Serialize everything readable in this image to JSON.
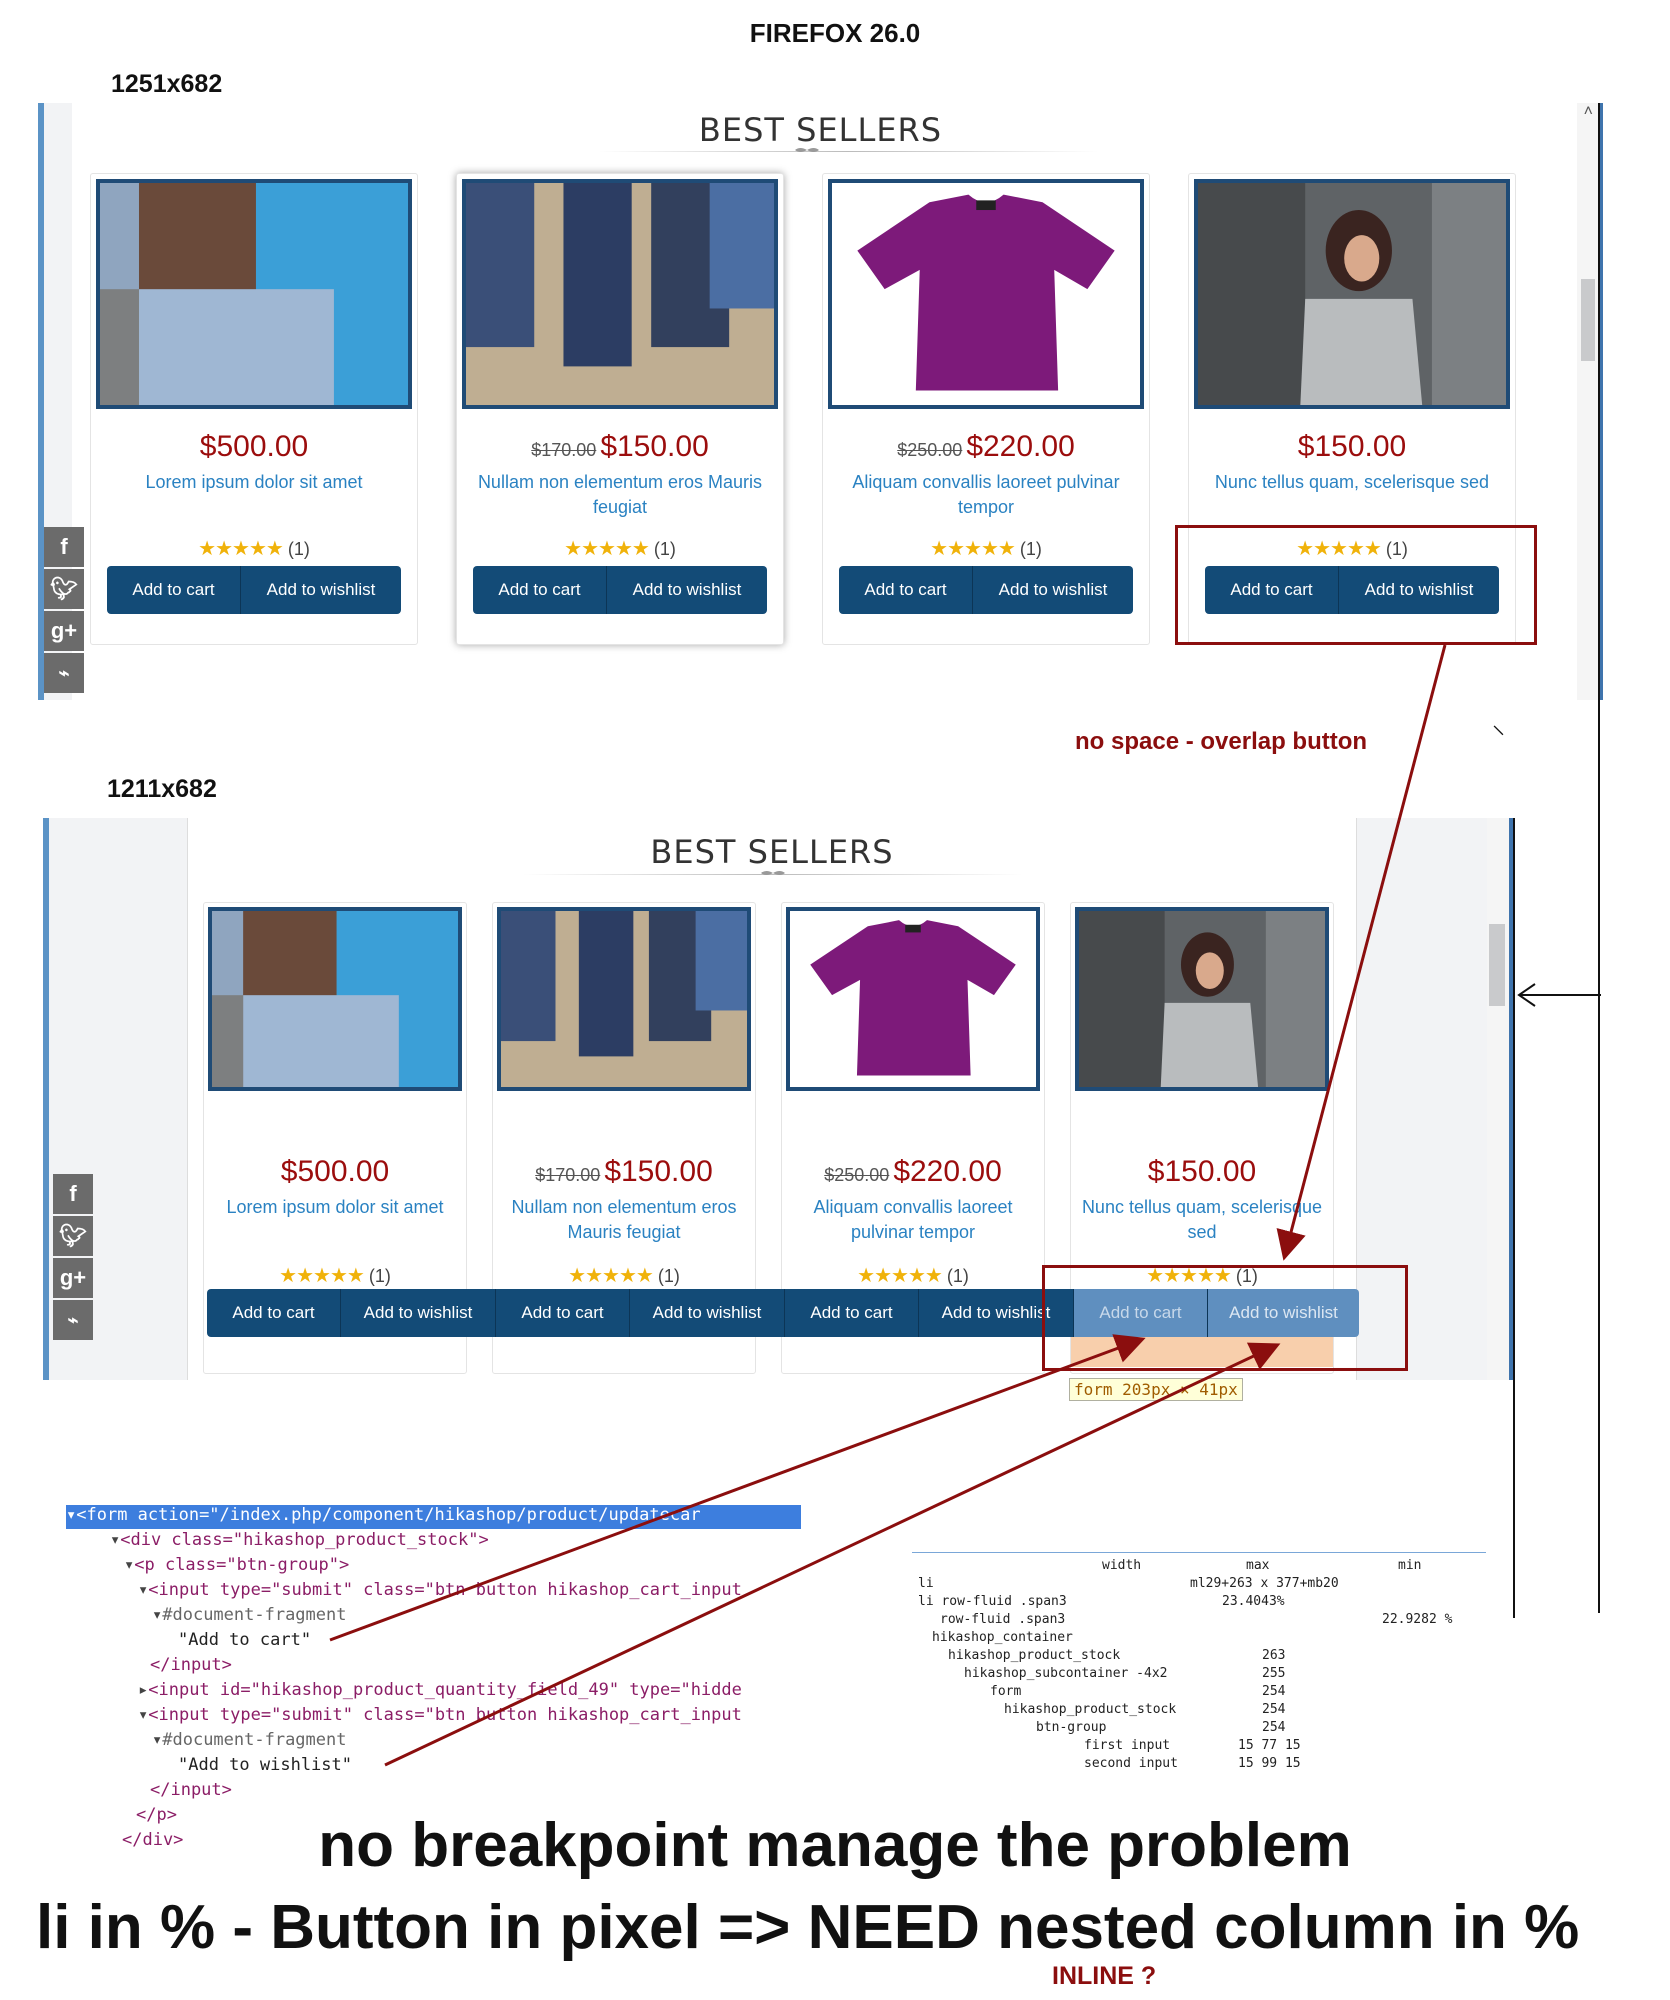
{
  "header": {
    "browser": "FIREFOX 26.0"
  },
  "section": {
    "title": "BEST SELLERS",
    "social": [
      "f",
      "t",
      "g+",
      "rss"
    ]
  },
  "viewports": [
    {
      "size_label": "1251x682"
    },
    {
      "size_label": "1211x682"
    }
  ],
  "products": [
    {
      "price": "$500.00",
      "old_price": "",
      "name": "Lorem ipsum dolor sit amet",
      "rating": "(1)"
    },
    {
      "price": "$150.00",
      "old_price": "$170.00",
      "name": "Nullam non elementum eros Mauris feugiat",
      "rating": "(1)"
    },
    {
      "price": "$220.00",
      "old_price": "$250.00",
      "name": "Aliquam convallis laoreet pulvinar tempor",
      "rating": "(1)"
    },
    {
      "price": "$150.00",
      "old_price": "",
      "name": "Nunc tellus quam, scelerisque sed",
      "rating": "(1)"
    }
  ],
  "buttons": {
    "cart": "Add to cart",
    "wishlist": "Add to wishlist"
  },
  "annotations": {
    "overlap": "no space - overlap button",
    "tooltip": "form 203px × 41px",
    "footer_line1": "no breakpoint manage the problem",
    "footer_line2": "li in % - Button in pixel =>  NEED nested column in %",
    "footer_line3": "INLINE  ?"
  },
  "colors": {
    "button": "#134b77",
    "price": "#9b0d0d",
    "link": "#2a82c2",
    "annotation": "#8b0e0e",
    "highlight": "#3d7ede"
  },
  "devtools": {
    "lines": [
      {
        "text": "<form action=\"/index.php/component/hikashop/product/updatecar",
        "selected": true
      },
      {
        "text": "<div class=\"hikashop_product_stock\">"
      },
      {
        "text": "<p class=\"btn-group\">"
      },
      {
        "text": "<input type=\"submit\" class=\"btn button hikashop_cart_input"
      },
      {
        "text": "#document-fragment"
      },
      {
        "text": "\"Add to cart\""
      },
      {
        "text": "</input>"
      },
      {
        "text": "<input id=\"hikashop_product_quantity_field_49\" type=\"hidde"
      },
      {
        "text": "<input type=\"submit\" class=\"btn button hikashop_cart_input"
      },
      {
        "text": "#document-fragment"
      },
      {
        "text": "\"Add to wishlist\""
      },
      {
        "text": "</input>"
      },
      {
        "text": "</p>"
      },
      {
        "text": "</div>"
      }
    ]
  },
  "measurements": {
    "headers": [
      "width",
      "max",
      "min"
    ],
    "rows": [
      {
        "label": "li",
        "width": "",
        "max": "ml29+263 x 377+mb20",
        "min": ""
      },
      {
        "label": "li row-fluid .span3",
        "width": "",
        "max": "23.4043%",
        "min": ""
      },
      {
        "label": "row-fluid .span3",
        "width": "",
        "max": "",
        "min": "22.9282 %"
      },
      {
        "label": "hikashop_container",
        "width": "",
        "max": "",
        "min": ""
      },
      {
        "label": "hikashop_product_stock",
        "width": "",
        "max": "263",
        "min": ""
      },
      {
        "label": "hikashop_subcontainer -4x2",
        "width": "",
        "max": "255",
        "min": ""
      },
      {
        "label": "form",
        "width": "",
        "max": "254",
        "min": ""
      },
      {
        "label": "hikashop_product_stock",
        "width": "",
        "max": "254",
        "min": ""
      },
      {
        "label": "btn-group",
        "width": "",
        "max": "254",
        "min": ""
      },
      {
        "label": "first input",
        "width": "",
        "max": "15 77 15",
        "min": ""
      },
      {
        "label": "second input",
        "width": "",
        "max": "15 99 15",
        "min": ""
      }
    ]
  }
}
